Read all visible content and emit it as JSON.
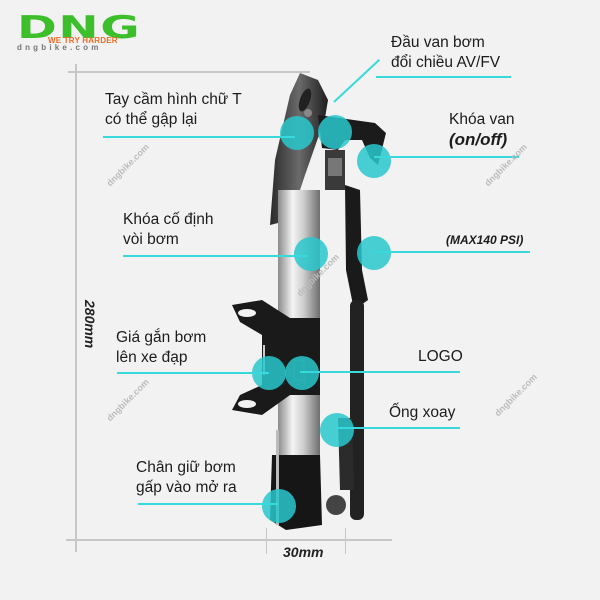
{
  "brand": {
    "name": "DNG",
    "tagline": "WE TRY HARDER",
    "website": "dngbike.com",
    "colors": {
      "primary": "#3cbf2a",
      "accent": "#ef6b22"
    }
  },
  "watermark": "dngbike.com",
  "accent_color": "#38d9dc",
  "dimensions": {
    "height": "280mm",
    "width": "30mm"
  },
  "callouts": {
    "head_valve": {
      "line1": "Đầu van bơm",
      "line2": "đổi chiều AV/FV"
    },
    "t_handle": {
      "line1": "Tay cầm hình chữ T",
      "line2": "có thể gập lại"
    },
    "valve_lock": {
      "line1": "Khóa van",
      "line2": "(on/off)"
    },
    "hose_lock": {
      "line1": "Khóa cố định",
      "line2": "vòi bơm"
    },
    "max_pressure": {
      "text": "(MAX140 PSI)"
    },
    "bike_mount": {
      "line1": "Giá gắn bơm",
      "line2": "lên xe đạp"
    },
    "logo": {
      "text": "LOGO"
    },
    "swivel_hose": {
      "text": "Ống xoay"
    },
    "foot_peg": {
      "line1": "Chân giữ bơm",
      "line2": "gấp vào mở ra"
    }
  }
}
